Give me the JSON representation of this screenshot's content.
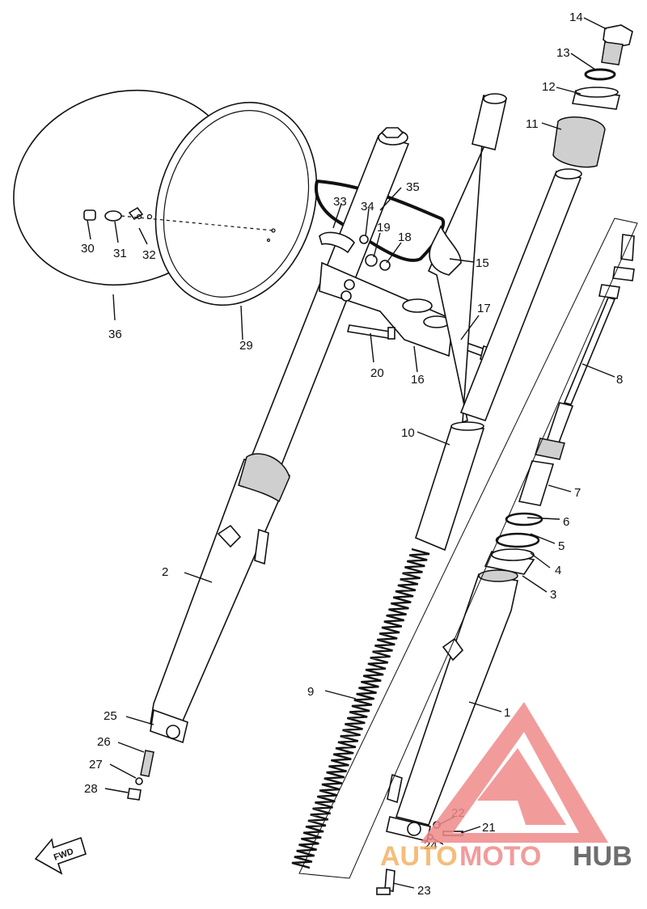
{
  "diagram": {
    "callouts": [
      {
        "id": "1",
        "text": "1"
      },
      {
        "id": "2",
        "text": "2"
      },
      {
        "id": "3",
        "text": "3"
      },
      {
        "id": "4",
        "text": "4"
      },
      {
        "id": "5",
        "text": "5"
      },
      {
        "id": "6",
        "text": "6"
      },
      {
        "id": "7",
        "text": "7"
      },
      {
        "id": "8",
        "text": "8"
      },
      {
        "id": "9",
        "text": "9"
      },
      {
        "id": "10",
        "text": "10"
      },
      {
        "id": "11",
        "text": "11"
      },
      {
        "id": "12",
        "text": "12"
      },
      {
        "id": "13",
        "text": "13"
      },
      {
        "id": "14",
        "text": "14"
      },
      {
        "id": "15",
        "text": "15"
      },
      {
        "id": "16",
        "text": "16"
      },
      {
        "id": "17",
        "text": "17"
      },
      {
        "id": "18",
        "text": "18"
      },
      {
        "id": "19",
        "text": "19"
      },
      {
        "id": "20",
        "text": "20"
      },
      {
        "id": "21",
        "text": "21"
      },
      {
        "id": "22",
        "text": "22"
      },
      {
        "id": "23",
        "text": "23"
      },
      {
        "id": "24",
        "text": "24"
      },
      {
        "id": "25",
        "text": "25"
      },
      {
        "id": "26",
        "text": "26"
      },
      {
        "id": "27",
        "text": "27"
      },
      {
        "id": "28",
        "text": "28"
      },
      {
        "id": "29",
        "text": "29"
      },
      {
        "id": "30",
        "text": "30"
      },
      {
        "id": "31",
        "text": "31"
      },
      {
        "id": "32",
        "text": "32"
      },
      {
        "id": "33",
        "text": "33"
      },
      {
        "id": "34",
        "text": "34"
      },
      {
        "id": "35",
        "text": "35"
      },
      {
        "id": "36",
        "text": "36"
      }
    ],
    "fwd_label": "FWD"
  },
  "watermark": {
    "part1": "AUTO",
    "part2": "MOTO",
    "part3": "HUB",
    "color_primary": "#f08a8a",
    "color_secondary": "#f4b266",
    "color_dark": "#555555"
  }
}
